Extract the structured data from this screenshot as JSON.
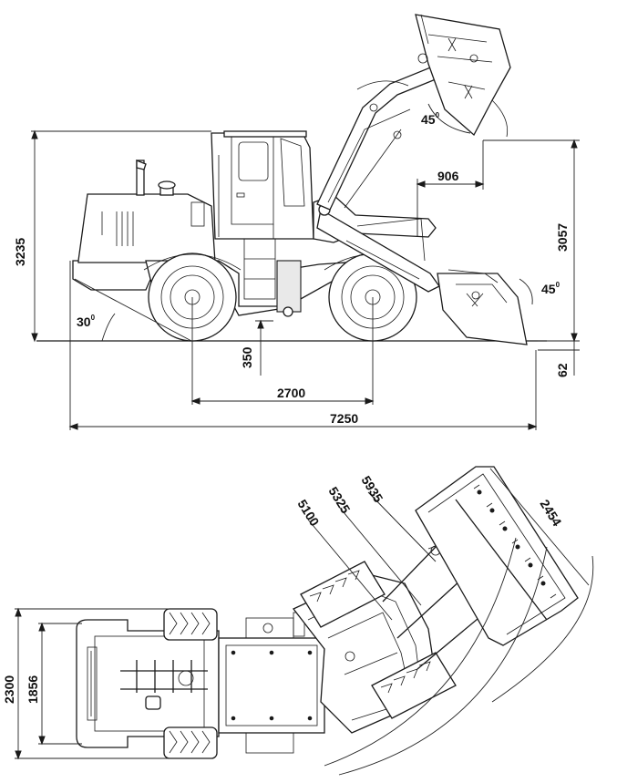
{
  "side_view": {
    "overall_height": "3235",
    "bucket_reach": "906",
    "dump_height": "3057",
    "ground_clearance": "350",
    "wheelbase": "2700",
    "overall_length": "7250",
    "dig_depth": "62",
    "approach_angle": "30",
    "dump_angle": "45",
    "rollback_angle": "45",
    "degree_mark": "0"
  },
  "top_view": {
    "radius_1": "5100",
    "radius_2": "5325",
    "radius_3": "5935",
    "bucket_width": "2454",
    "overall_width": "2300",
    "tread_width": "1856"
  }
}
